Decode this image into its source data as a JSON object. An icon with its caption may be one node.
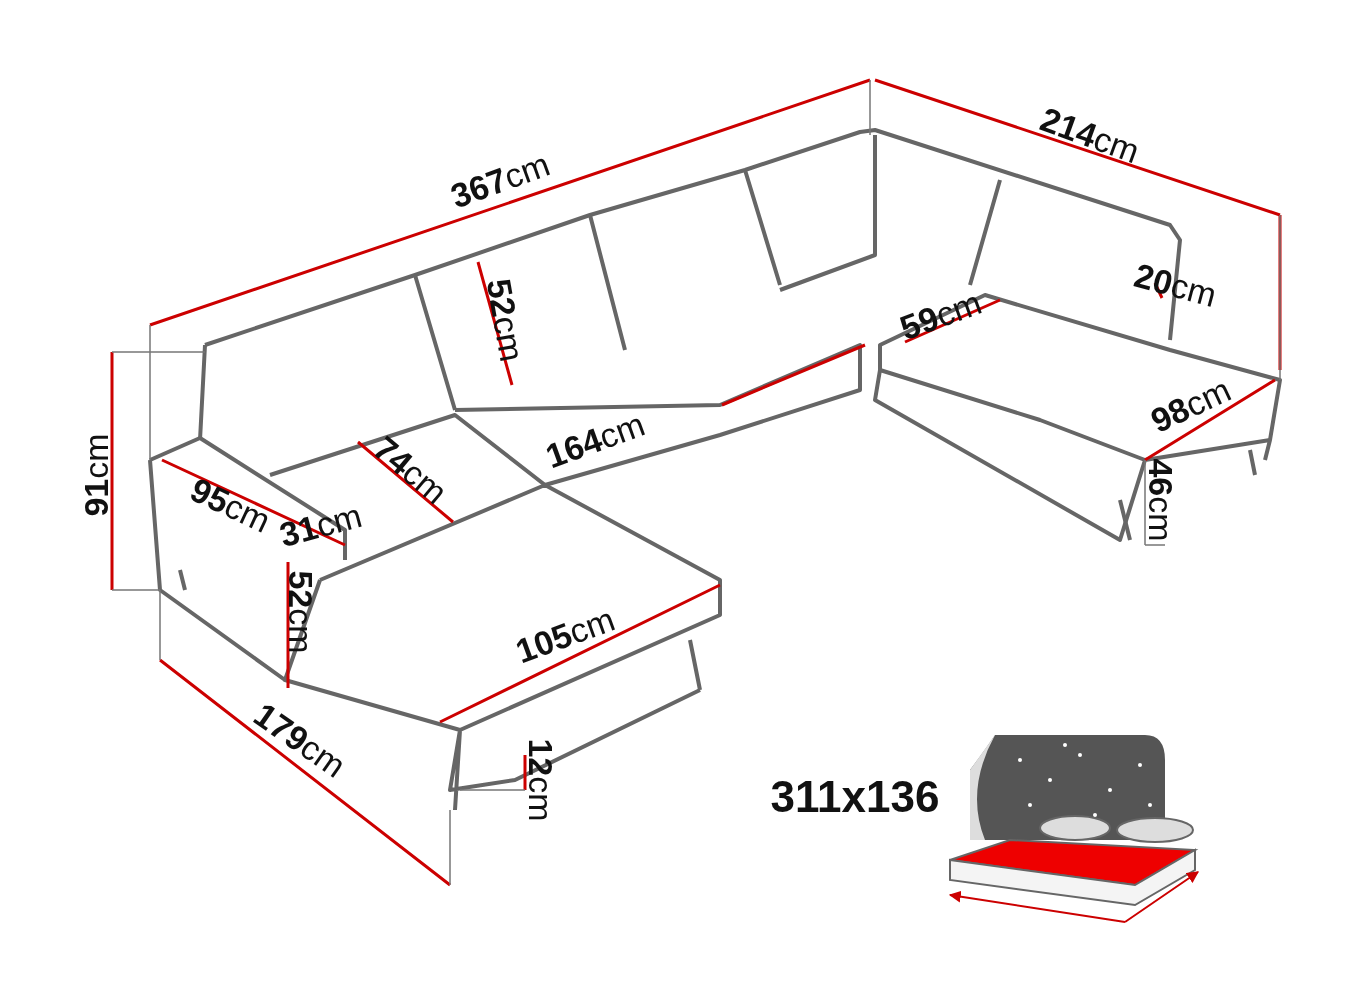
{
  "diagram": {
    "labels": [
      "**367**cm",
      "**214**cm",
      "**20**cm",
      "**52**cm",
      "**59**cm",
      "**91**cm",
      "**74**cm",
      "**164**cm",
      "**98**cm",
      "**95**cm",
      "**31**cm",
      "**46**cm",
      "**52**cm",
      "**105**cm",
      "**179**cm",
      "**12**cm",
      "311x136"
    ]
  }
}
